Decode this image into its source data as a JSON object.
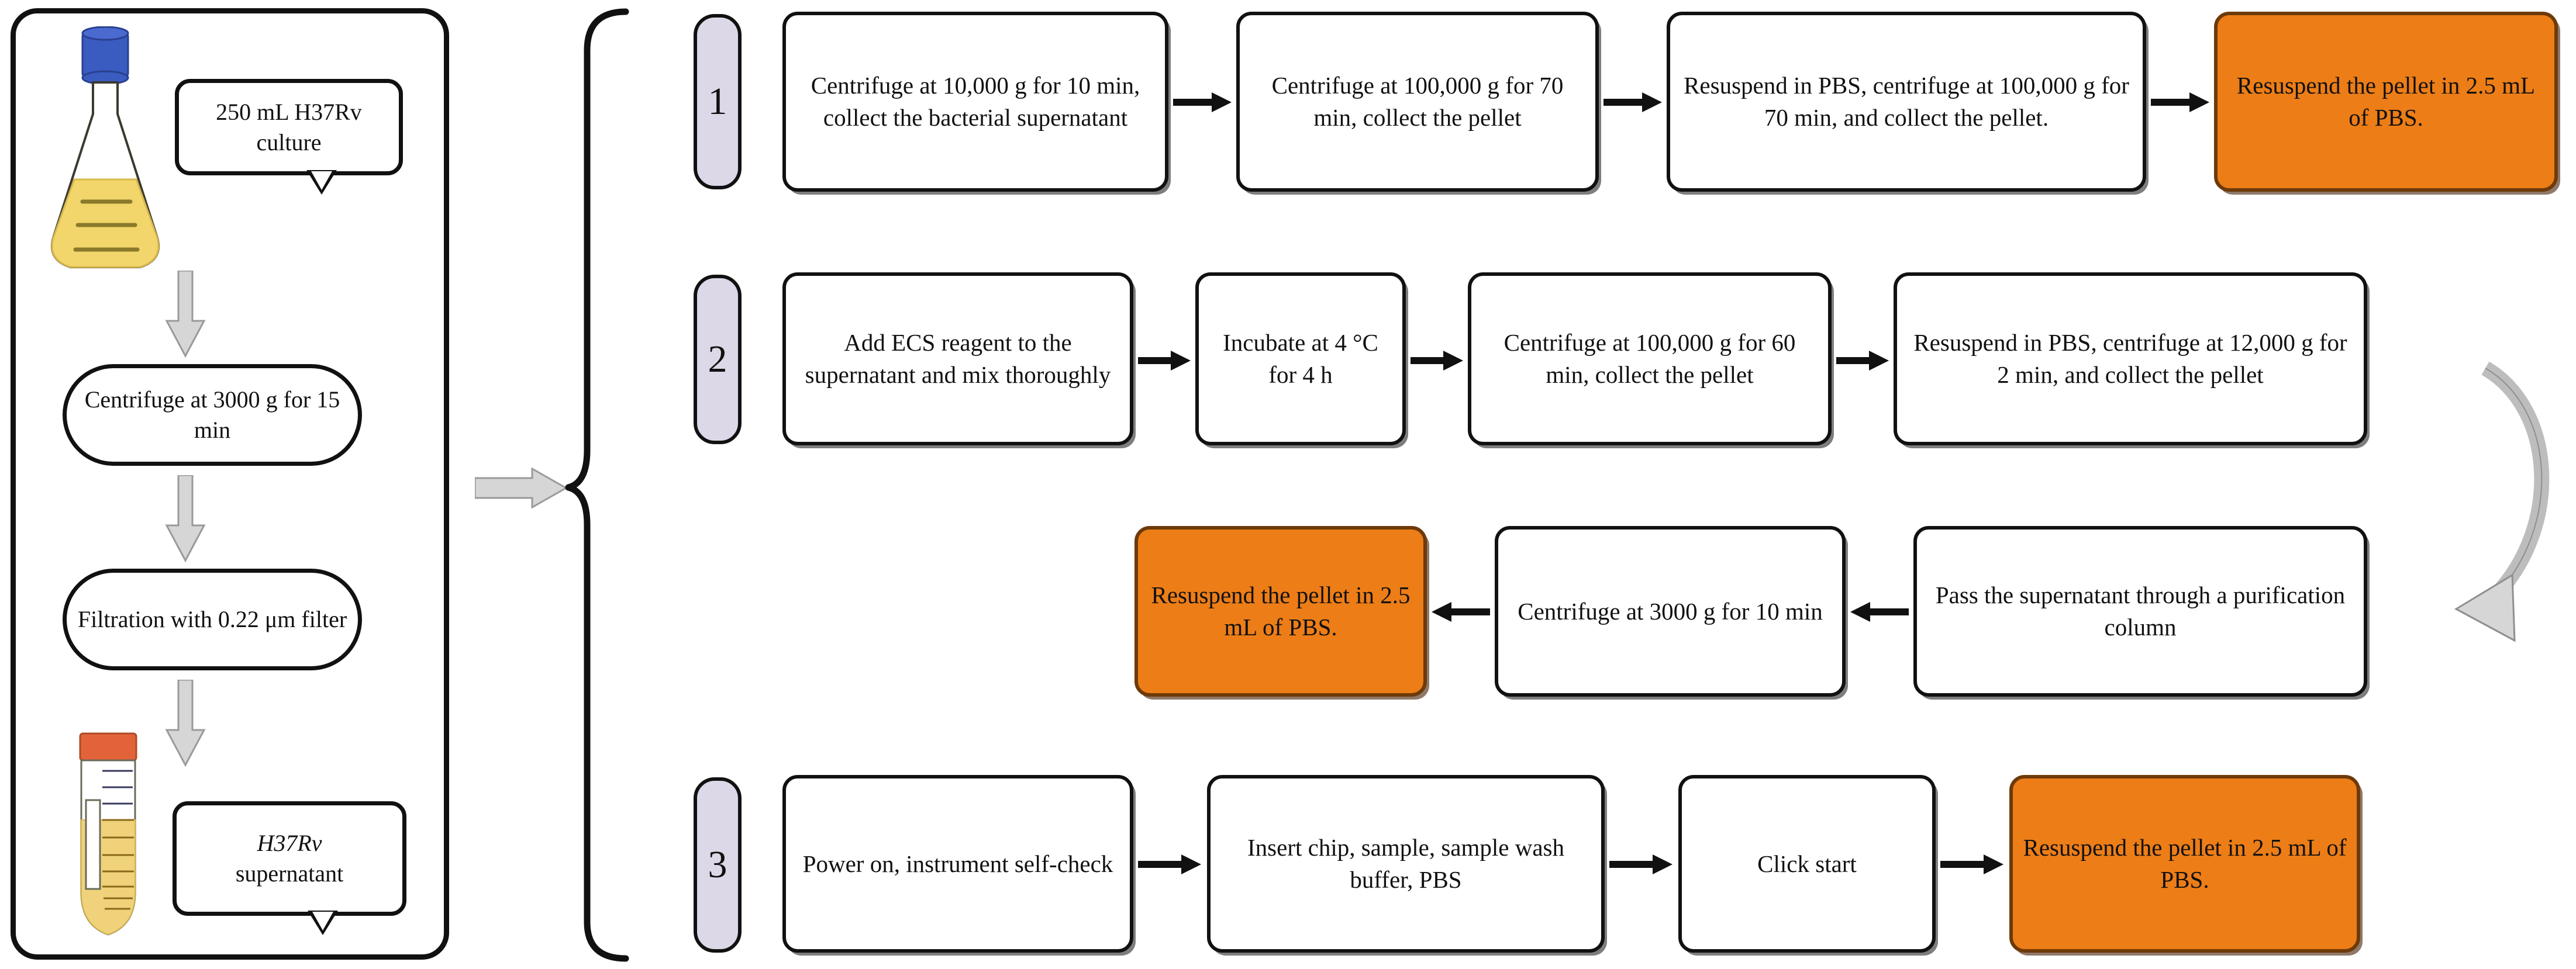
{
  "left_panel": {
    "culture_callout": "250 mL H37Rv culture",
    "step_centrifuge": "Centrifuge at 3000 g for 15 min",
    "step_filtration": "Filtration with 0.22 μm filter",
    "supernatant_callout_italic": "H37Rv",
    "supernatant_callout_rest": "supernatant",
    "flask_cap_color": "#3a5bc0",
    "flask_medium_color": "#f2d56b",
    "tube_cap_color": "#e2633a",
    "tube_medium_color": "#efd27a",
    "arrow_color": "#d6d6d6"
  },
  "colors": {
    "badge_fill": "#dcd8e8",
    "orange_fill": "#ED7D17",
    "outline": "#111111",
    "grey_arrow": "#d6d6d6"
  },
  "rows": [
    {
      "number": "1",
      "nodes": [
        {
          "text": "Centrifuge at 10,000 g for 10 min, collect the bacterial supernatant",
          "style": "plain"
        },
        {
          "text": "Centrifuge at 100,000 g for 70 min, collect the pellet",
          "style": "plain"
        },
        {
          "text": "Resuspend in PBS, centrifuge at 100,000 g for 70 min, and collect the pellet.",
          "style": "plain"
        },
        {
          "text": "Resuspend the pellet in 2.5 mL of PBS.",
          "style": "orange"
        }
      ]
    },
    {
      "number": "2",
      "nodes": [
        {
          "text": "Add ECS reagent to the supernatant and mix thoroughly",
          "style": "plain"
        },
        {
          "text": "Incubate at 4 °C for 4 h",
          "style": "plain"
        },
        {
          "text": "Centrifuge at 100,000 g for 60 min, collect the pellet",
          "style": "plain"
        },
        {
          "text": "Resuspend in PBS, centrifuge at 12,000 g for 2 min, and collect the pellet",
          "style": "plain"
        }
      ],
      "nodes_second_line": [
        {
          "text": "Resuspend the pellet in 2.5 mL of PBS.",
          "style": "orange"
        },
        {
          "text": "Centrifuge at 3000 g for 10 min",
          "style": "plain"
        },
        {
          "text": "Pass the supernatant through a purification column",
          "style": "plain"
        }
      ]
    },
    {
      "number": "3",
      "nodes": [
        {
          "text": "Power on, instrument self-check",
          "style": "plain"
        },
        {
          "text": "Insert chip, sample, sample wash buffer, PBS",
          "style": "plain"
        },
        {
          "text": "Click start",
          "style": "plain"
        },
        {
          "text": "Resuspend the pellet in 2.5 mL of PBS.",
          "style": "orange"
        }
      ]
    }
  ]
}
